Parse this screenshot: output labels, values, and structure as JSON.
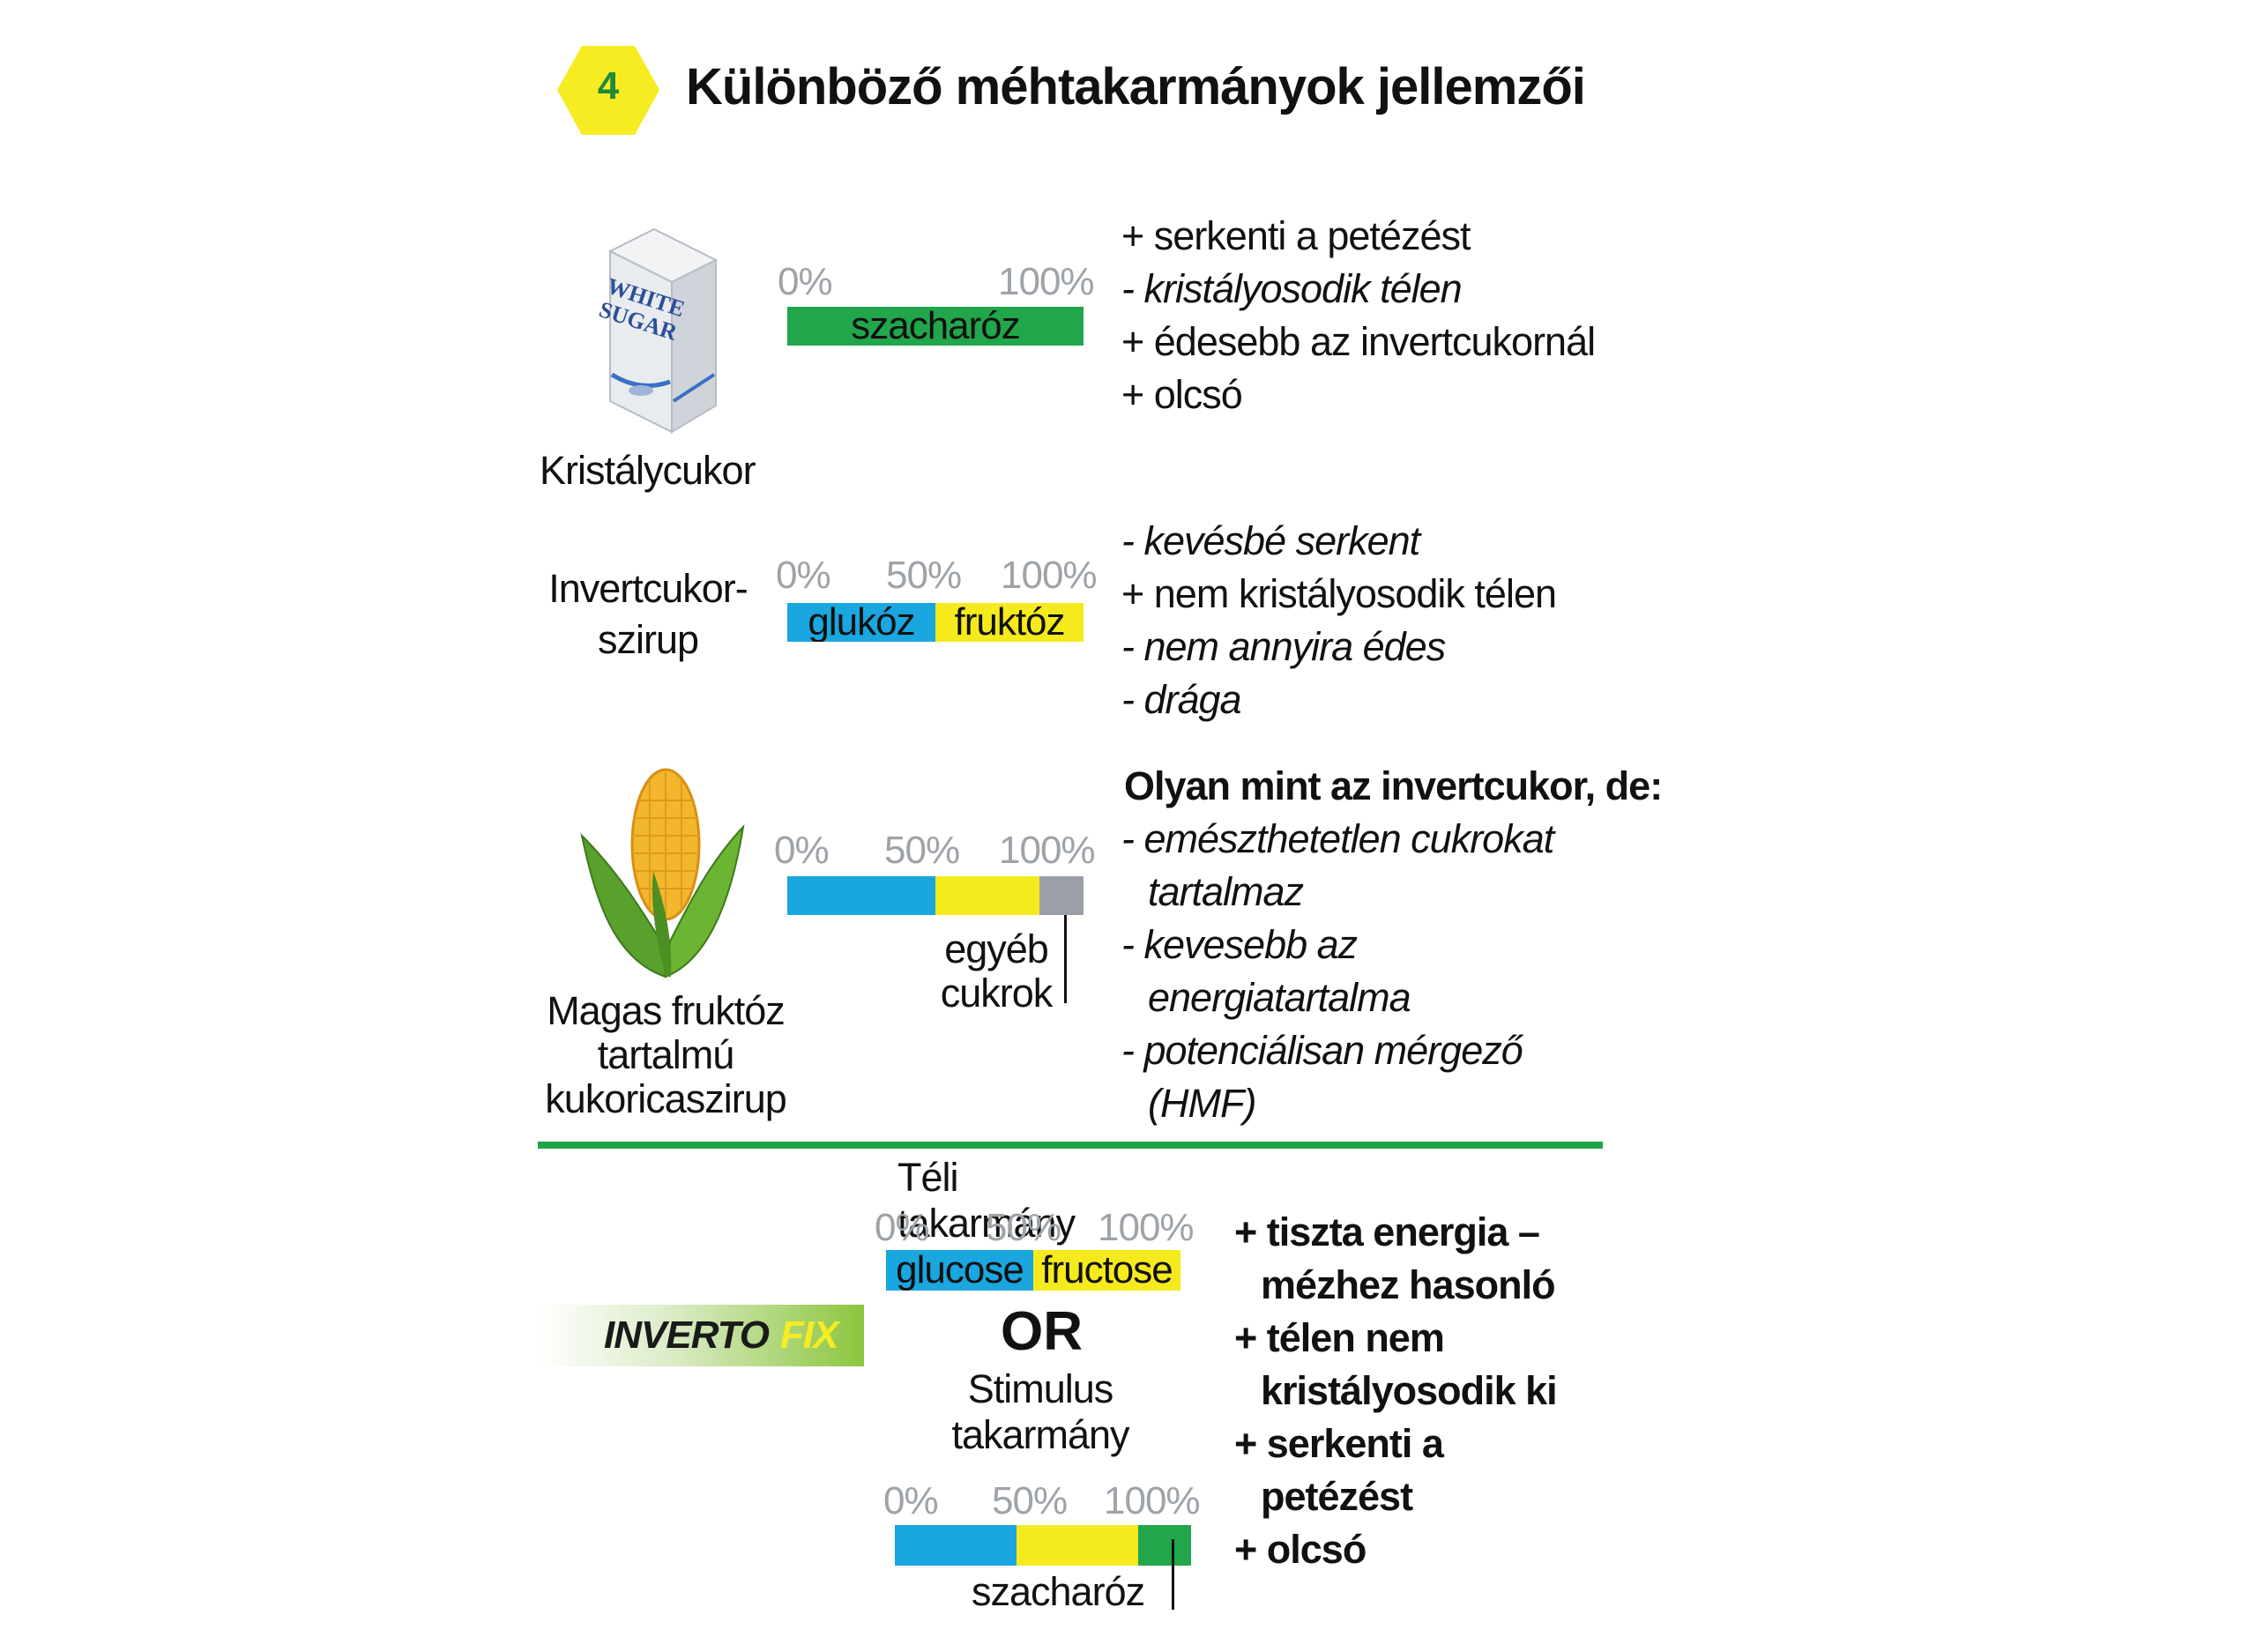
{
  "header": {
    "number": "4",
    "title": "Különböző méhtakarmányok jellemzői"
  },
  "colors": {
    "sucrose": "#21a64b",
    "glucose": "#1aa6df",
    "fructose": "#f5ea1c",
    "other": "#9b9fa6",
    "hexagon": "#f6ec22",
    "tick_grey": "#9ea3a8"
  },
  "items": [
    {
      "name": "Kristálycukor",
      "icon": "sugar-bag-icon",
      "icon_text": "WHITE SUGAR",
      "ticks": [
        "0%",
        "100%"
      ],
      "bar": [
        {
          "label": "szacharóz",
          "fraction": 1.0,
          "color": "#21a64b"
        }
      ],
      "notes": [
        {
          "text": "+ serkenti a petézést",
          "style": "normal"
        },
        {
          "text": "- kristályosodik télen",
          "style": "italic"
        },
        {
          "text": "+ édesebb az invertcukornál",
          "style": "normal"
        },
        {
          "text": "+ olcsó",
          "style": "normal"
        }
      ]
    },
    {
      "name_line1": "Invertcukor-",
      "name_line2": "szirup",
      "ticks": [
        "0%",
        "50%",
        "100%"
      ],
      "bar": [
        {
          "label": "glukóz",
          "fraction": 0.5,
          "color": "#1aa6df"
        },
        {
          "label": "fruktóz",
          "fraction": 0.5,
          "color": "#f5ea1c"
        }
      ],
      "notes": [
        {
          "text": "- kevésbé serkent",
          "style": "italic"
        },
        {
          "text": "+ nem kristályosodik télen",
          "style": "normal"
        },
        {
          "text": "- nem annyira édes",
          "style": "italic"
        },
        {
          "text": "- drága",
          "style": "italic"
        }
      ]
    },
    {
      "name_line1": "Magas fruktóz",
      "name_line2": "tartalmú",
      "name_line3": "kukoricaszirup",
      "icon": "corn-icon",
      "ticks": [
        "0%",
        "50%",
        "100%"
      ],
      "bar": [
        {
          "label": "",
          "fraction": 0.5,
          "color": "#1aa6df"
        },
        {
          "label": "",
          "fraction": 0.35,
          "color": "#f5ea1c"
        },
        {
          "label": "",
          "fraction": 0.15,
          "color": "#9b9fa6"
        }
      ],
      "callout_line1": "egyéb",
      "callout_line2": "cukrok",
      "notes_heading": "Olyan mint az invertcukor, de:",
      "notes": [
        {
          "text": "- emészthetetlen cukrokat",
          "style": "italic"
        },
        {
          "text": "tartalmaz",
          "style": "italic"
        },
        {
          "text": "- kevesebb az",
          "style": "italic"
        },
        {
          "text": "energiatartalma",
          "style": "italic"
        },
        {
          "text": "- potenciálisan mérgező",
          "style": "italic"
        },
        {
          "text": "(HMF)",
          "style": "italic"
        }
      ]
    }
  ],
  "product": {
    "logo_text_1": "INVERTO",
    "logo_text_2": "FIX",
    "winter_title": "Téli takarmány",
    "winter_ticks": [
      "0%",
      "50%",
      "100%"
    ],
    "winter_bar": [
      {
        "label": "glucose",
        "fraction": 0.5,
        "color": "#1aa6df"
      },
      {
        "label": "fructose",
        "fraction": 0.5,
        "color": "#f5ea1c"
      }
    ],
    "or_text": "OR",
    "stimulus_title_1": "Stimulus",
    "stimulus_title_2": "takarmány",
    "stimulus_ticks": [
      "0%",
      "50%",
      "100%"
    ],
    "stimulus_bar": [
      {
        "label": "",
        "fraction": 0.41,
        "color": "#1aa6df"
      },
      {
        "label": "",
        "fraction": 0.41,
        "color": "#f5ea1c"
      },
      {
        "label": "",
        "fraction": 0.18,
        "color": "#21a64b"
      }
    ],
    "stimulus_callout": "szacharóz",
    "notes": [
      {
        "text": "+ tiszta energia –",
        "style": "bold"
      },
      {
        "text": "mézhez hasonló",
        "style": "bold"
      },
      {
        "text": "+ télen nem",
        "style": "bold"
      },
      {
        "text": "kristályosodik ki",
        "style": "bold"
      },
      {
        "text": "+ serkenti a",
        "style": "bold"
      },
      {
        "text": "petézést",
        "style": "bold"
      },
      {
        "text": "+ olcsó",
        "style": "bold"
      }
    ]
  }
}
